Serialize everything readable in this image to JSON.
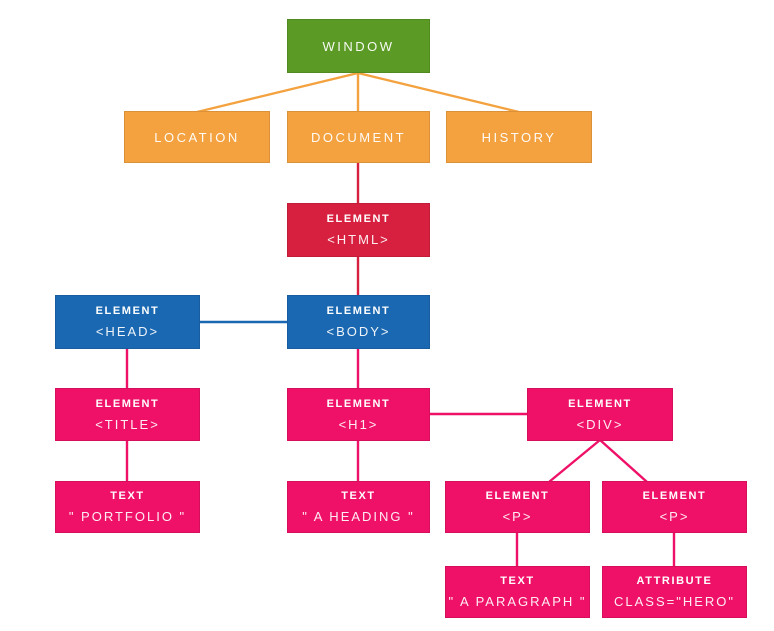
{
  "diagram": {
    "title": "DOM tree of window, document and HTML elements",
    "type": "tree-diagram"
  },
  "colors": {
    "green": "#5b9a24",
    "orange": "#f3a23f",
    "red": "#d7203f",
    "blue": "#1a68b1",
    "pink": "#ef1168",
    "bg": "#ffffff"
  },
  "nodes": {
    "window": {
      "label": "WINDOW",
      "color": "green"
    },
    "location": {
      "label": "LOCATION",
      "color": "orange"
    },
    "document": {
      "label": "DOCUMENT",
      "color": "orange"
    },
    "history": {
      "label": "HISTORY",
      "color": "orange"
    },
    "html": {
      "kind": "ELEMENT",
      "value": "<HTML>",
      "color": "red"
    },
    "head": {
      "kind": "ELEMENT",
      "value": "<HEAD>",
      "color": "blue"
    },
    "body": {
      "kind": "ELEMENT",
      "value": "<BODY>",
      "color": "blue"
    },
    "title": {
      "kind": "ELEMENT",
      "value": "<TITLE>",
      "color": "pink"
    },
    "h1": {
      "kind": "ELEMENT",
      "value": "<H1>",
      "color": "pink"
    },
    "div": {
      "kind": "ELEMENT",
      "value": "<DIV>",
      "color": "pink"
    },
    "p1": {
      "kind": "ELEMENT",
      "value": "<P>",
      "color": "pink"
    },
    "p2": {
      "kind": "ELEMENT",
      "value": "<P>",
      "color": "pink"
    },
    "title_text": {
      "kind": "TEXT",
      "value": "\" PORTFOLIO \"",
      "color": "pink"
    },
    "h1_text": {
      "kind": "TEXT",
      "value": "\" A HEADING \"",
      "color": "pink"
    },
    "p_text": {
      "kind": "TEXT",
      "value": "\" A PARAGRAPH \"",
      "color": "pink"
    },
    "attr": {
      "kind": "ATTRIBUTE",
      "value": "CLASS=\"HERO\"",
      "color": "pink"
    }
  },
  "edges": [
    {
      "from": "window",
      "to": "location",
      "color": "orange"
    },
    {
      "from": "window",
      "to": "document",
      "color": "orange"
    },
    {
      "from": "window",
      "to": "history",
      "color": "orange"
    },
    {
      "from": "document",
      "to": "html",
      "color": "red"
    },
    {
      "from": "html",
      "to": "body",
      "color": "red"
    },
    {
      "from": "head",
      "to": "body",
      "color": "blue"
    },
    {
      "from": "head",
      "to": "title",
      "color": "pink"
    },
    {
      "from": "body",
      "to": "h1",
      "color": "pink"
    },
    {
      "from": "h1",
      "to": "div",
      "color": "pink"
    },
    {
      "from": "title",
      "to": "title_text",
      "color": "pink"
    },
    {
      "from": "h1",
      "to": "h1_text",
      "color": "pink"
    },
    {
      "from": "div",
      "to": "p1",
      "color": "pink"
    },
    {
      "from": "div",
      "to": "p2",
      "color": "pink"
    },
    {
      "from": "p1",
      "to": "p_text",
      "color": "pink"
    },
    {
      "from": "p2",
      "to": "attr",
      "color": "pink"
    }
  ]
}
